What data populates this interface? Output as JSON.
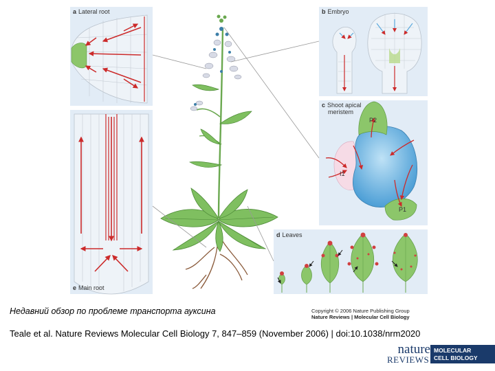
{
  "panels": {
    "a": {
      "letter": "a",
      "title": "Lateral root"
    },
    "b": {
      "letter": "b",
      "title": "Embryo"
    },
    "c": {
      "letter": "c",
      "title": "Shoot apical meristem",
      "line1": "Shoot apical",
      "line2": "meristem",
      "primordia": {
        "p2": "P2",
        "i1": "I1",
        "p1": "P1"
      }
    },
    "d": {
      "letter": "d",
      "title": "Leaves"
    },
    "e": {
      "letter": "e",
      "title": "Main root"
    }
  },
  "caption": "Недавний обзор по проблеме транспорта ауксина",
  "citation": "Teale et al. Nature Reviews Molecular Cell Biology 7, 847–859 (November 2006) | doi:10.1038/nrm2020",
  "copyright": {
    "line1": "Copyright © 2006 Nature Publishing Group",
    "line2": "Nature Reviews | Molecular Cell Biology"
  },
  "logo": {
    "word1": "nature",
    "word2": "REVIEWS",
    "box_line1": "MOLECULAR",
    "box_line2": "CELL BIOLOGY"
  },
  "colors": {
    "panel_bg": "#e2ecf6",
    "arrow": "#cc2a2a",
    "leaf": "#8cc66a",
    "meristem": "#5aa8dc",
    "logo": "#1a3a6a"
  }
}
